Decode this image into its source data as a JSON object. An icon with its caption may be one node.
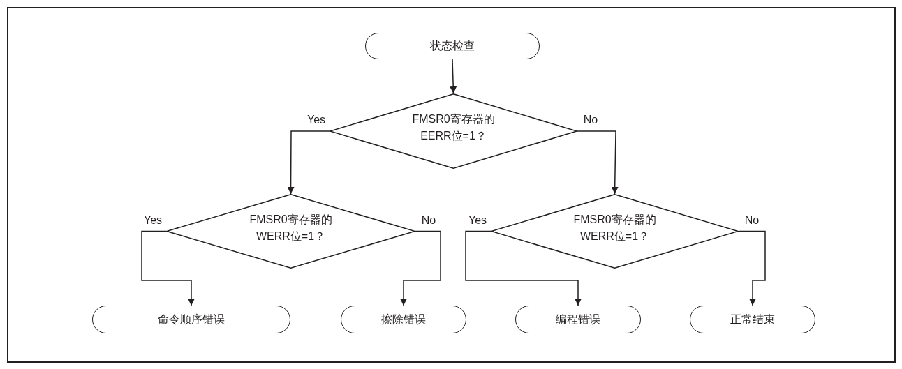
{
  "diagram": {
    "nodes": [
      {
        "text": [
          "状态检查"
        ]
      },
      {
        "text": [
          "FMSR0寄存器的EERR位=1？"
        ]
      },
      {
        "text": [
          "FMSR0寄存器的WERR位=1？"
        ]
      },
      {
        "text": [
          "FMSR0寄存器的WERR位=1？"
        ]
      },
      {
        "text": [
          "命令顺序错误"
        ]
      },
      {
        "text": [
          "擦除错误"
        ]
      },
      {
        "text": [
          "编程错误"
        ]
      },
      {
        "text": [
          "正常结束"
        ]
      }
    ],
    "edges": [
      {
        "from": 0,
        "to": 1,
        "arrow": "to"
      },
      {
        "from": 1,
        "to": 2,
        "arrow": "to",
        "label": "Yes"
      },
      {
        "from": 1,
        "to": 3,
        "arrow": "to",
        "label": "No"
      },
      {
        "from": 2,
        "to": 4,
        "arrow": "to",
        "label": "Yes"
      },
      {
        "from": 2,
        "to": 5,
        "arrow": "to",
        "label": "No"
      },
      {
        "from": 3,
        "to": 6,
        "arrow": "to",
        "label": "Yes"
      },
      {
        "from": 3,
        "to": 7,
        "arrow": "to",
        "label": "No"
      }
    ]
  }
}
